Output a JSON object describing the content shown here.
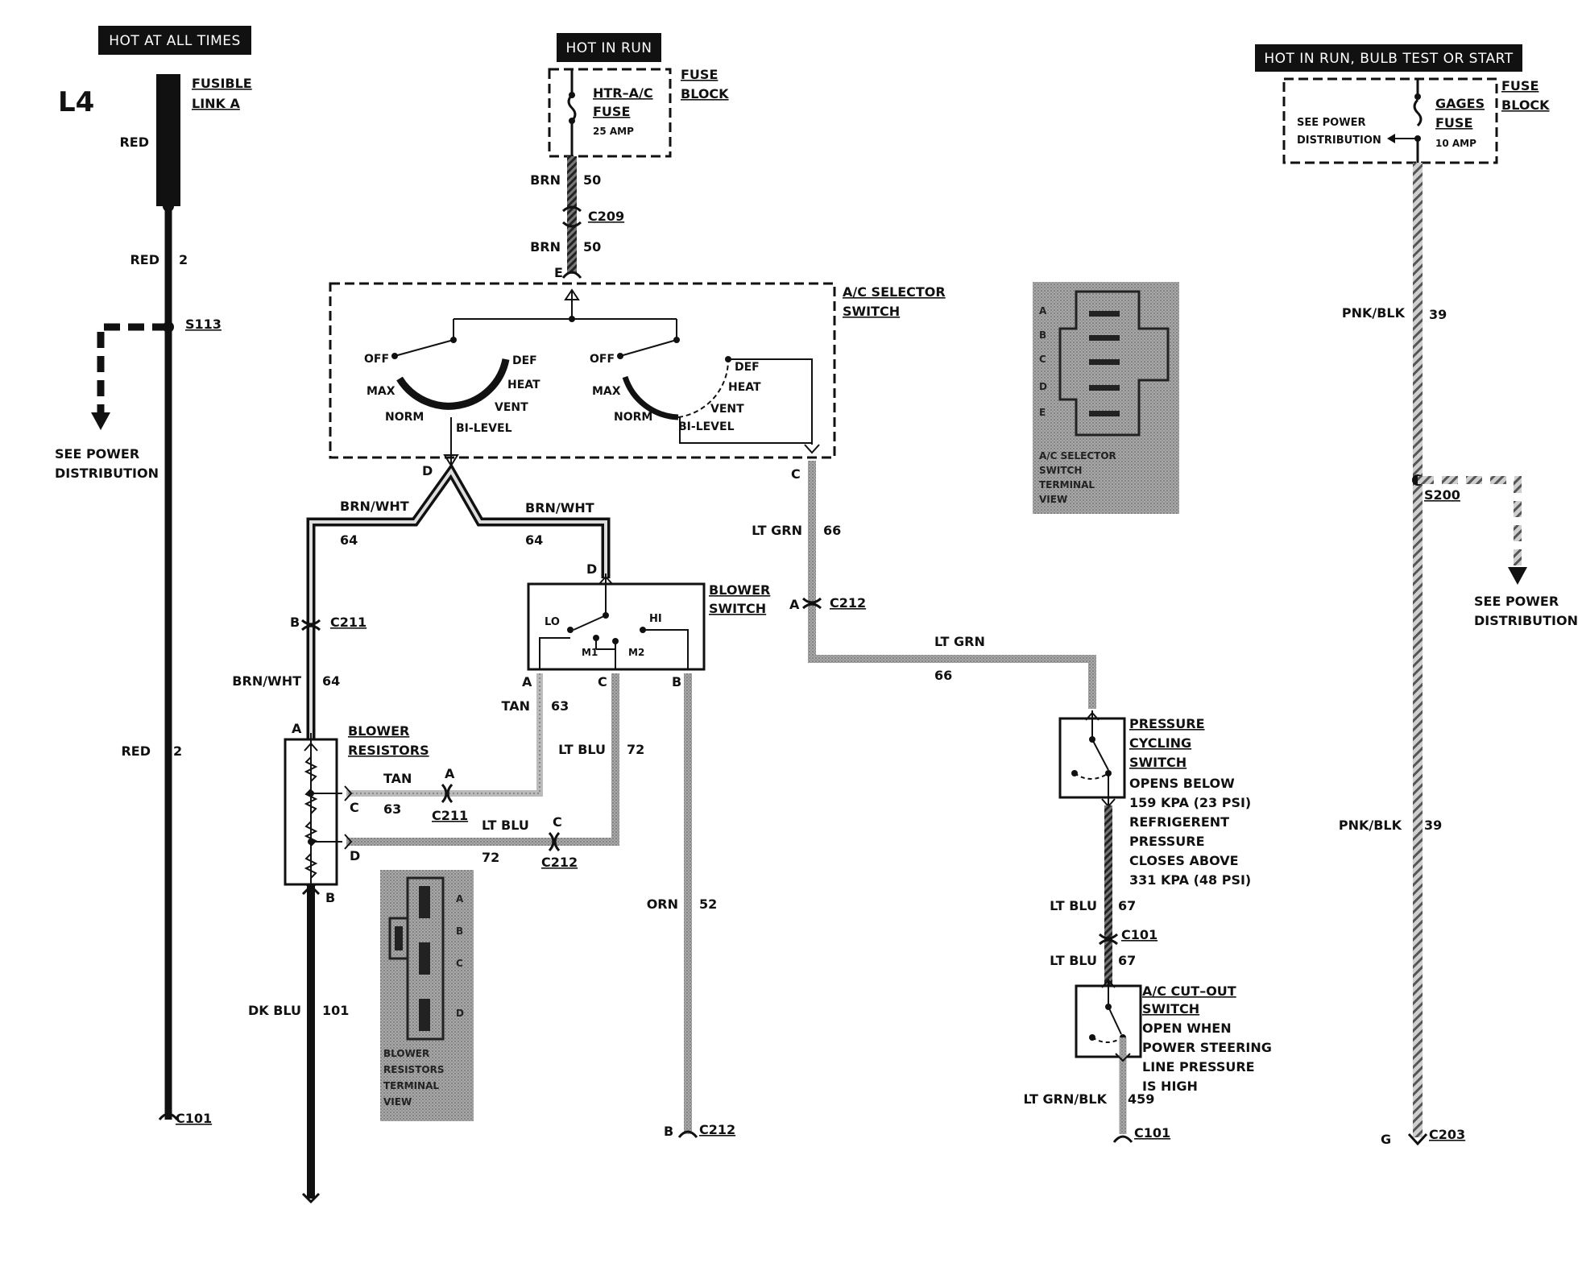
{
  "page_id": "L4",
  "headers": {
    "hot_at_all_times": "HOT AT ALL TIMES",
    "hot_in_run": "HOT IN RUN",
    "hot_in_run_bulb_test_start": "HOT IN RUN,  BULB TEST OR START"
  },
  "left_circuit": {
    "fusible_link": [
      "FUSIBLE",
      "LINK A"
    ],
    "wire_top": "RED",
    "wire_mid": "RED",
    "wire_mid_num": "2",
    "splice": "S113",
    "see_power": [
      "SEE POWER",
      "DISTRIBUTION"
    ],
    "wire_low": "RED",
    "wire_low_num": "2",
    "connector": "C101"
  },
  "fuse_block_center": {
    "fuse": [
      "HTR–A/C",
      "FUSE",
      "25 AMP"
    ],
    "block": [
      "FUSE",
      "BLOCK"
    ],
    "wire1": "BRN",
    "wire1_num": "50",
    "conn": "C209",
    "wire2": "BRN",
    "wire2_num": "50",
    "term": "E"
  },
  "ac_selector": {
    "name": [
      "A/C SELECTOR",
      "SWITCH"
    ],
    "left_labels": [
      "OFF",
      "DEF",
      "MAX",
      "HEAT",
      "VENT",
      "NORM",
      "BI-LEVEL"
    ],
    "right_labels": [
      "OFF",
      "DEF",
      "MAX",
      "HEAT",
      "VENT",
      "NORM",
      "BI-LEVEL"
    ],
    "term_d": "D",
    "term_c": "C"
  },
  "wires_mid": {
    "brn_wht_left": "BRN/WHT",
    "brn_wht_left_num": "64",
    "brn_wht_right": "BRN/WHT",
    "brn_wht_right_num": "64",
    "c211_term": "B",
    "c211": "C211",
    "brn_wht_low": "BRN/WHT",
    "brn_wht_low_num": "64",
    "lt_grn": "LT GRN",
    "lt_grn_num": "66",
    "c212_term": "A",
    "c212": "C212",
    "lt_grn2": "LT GRN",
    "lt_grn2_num": "66"
  },
  "blower_switch": {
    "name": [
      "BLOWER",
      "SWITCH"
    ],
    "term_d": "D",
    "lo": "LO",
    "hi": "HI",
    "m1": "M1",
    "m2": "M2",
    "term_a": "A",
    "term_c": "C",
    "term_b": "B",
    "tan": "TAN",
    "tan_num": "63",
    "lt_blu": "LT BLU",
    "lt_blu_num": "72",
    "orn": "ORN",
    "orn_num": "52",
    "c212_b_term": "B",
    "c212_b": "C212"
  },
  "blower_resistors": {
    "name": [
      "BLOWER",
      "RESISTORS"
    ],
    "term_a": "A",
    "term_c": "C",
    "term_d": "D",
    "term_b": "B",
    "tan": "TAN",
    "tan_num": "63",
    "c211_term": "A",
    "c211": "C211",
    "lt_blu": "LT BLU",
    "lt_blu_num": "72",
    "c212_term": "C",
    "c212": "C212",
    "dk_blu": "DK BLU",
    "dk_blu_num": "101",
    "view_labels": [
      "A",
      "B",
      "C",
      "D"
    ],
    "view_caption": [
      "BLOWER",
      "RESISTORS",
      "TERMINAL",
      "VIEW"
    ]
  },
  "ac_selector_view": {
    "labels": [
      "A",
      "B",
      "C",
      "D",
      "E"
    ],
    "caption": [
      "A/C SELECTOR",
      "SWITCH",
      "TERMINAL",
      "VIEW"
    ]
  },
  "pressure_switch": {
    "name": [
      "PRESSURE",
      "CYCLING",
      "SWITCH"
    ],
    "desc": [
      "OPENS BELOW",
      "159 KPA (23 PSI)",
      "REFRIGERENT",
      "PRESSURE",
      "CLOSES ABOVE",
      "331 KPA (48 PSI)"
    ],
    "wire1": "LT BLU",
    "wire1_num": "67",
    "conn": "C101",
    "wire2": "LT BLU",
    "wire2_num": "67"
  },
  "cutout_switch": {
    "name": [
      "A/C CUT–OUT",
      "SWITCH"
    ],
    "desc": [
      "OPEN WHEN",
      "POWER STEERING",
      "LINE PRESSURE",
      "IS HIGH"
    ],
    "wire": "LT GRN/BLK",
    "wire_num": "459",
    "conn": "C101"
  },
  "gages": {
    "fuse": [
      "GAGES",
      "FUSE",
      "10 AMP"
    ],
    "block": [
      "FUSE",
      "BLOCK"
    ],
    "see_power_inner": [
      "SEE POWER",
      "DISTRIBUTION"
    ],
    "wire1": "PNK/BLK",
    "wire1_num": "39",
    "splice": "S200",
    "see_power": [
      "SEE POWER",
      "DISTRIBUTION"
    ],
    "wire2": "PNK/BLK",
    "wire2_num": "39",
    "term": "G",
    "conn": "C203"
  }
}
